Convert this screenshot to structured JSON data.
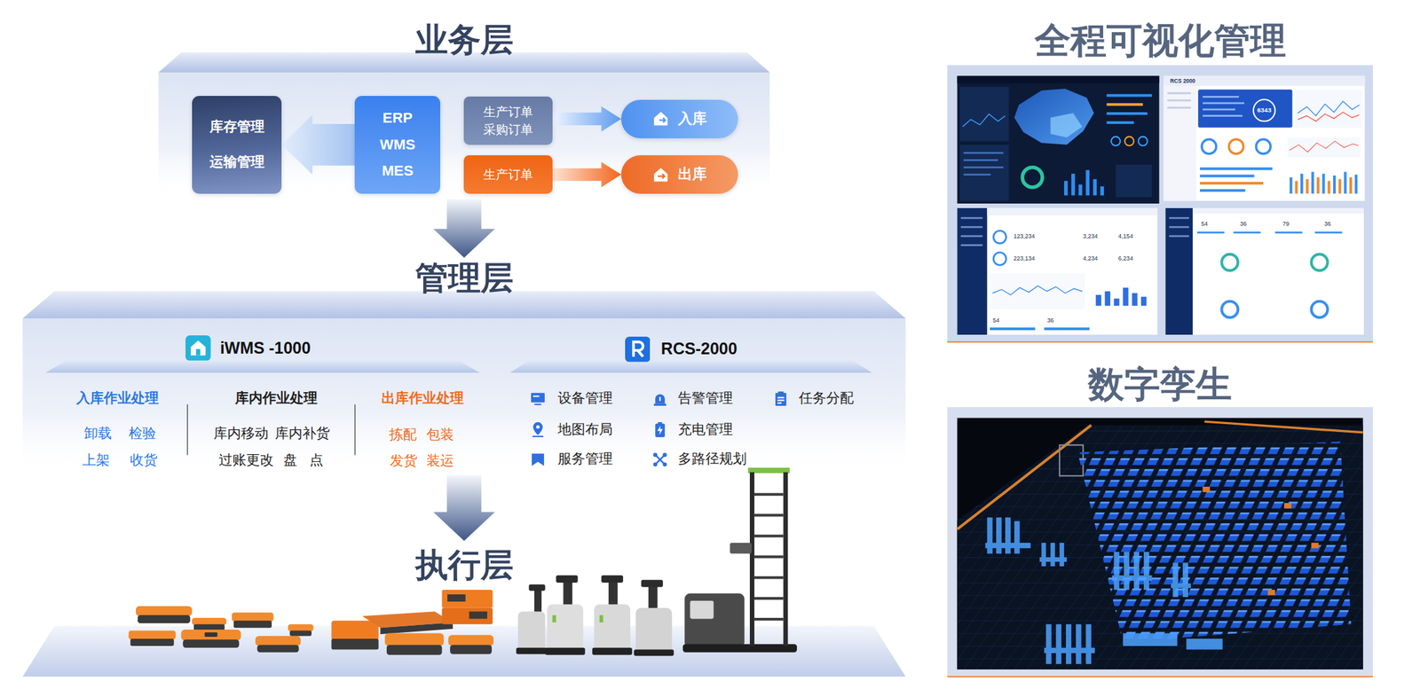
{
  "diagram": {
    "nodes": [
      {
        "text": [
          "业务层"
        ]
      },
      {
        "text": [
          "库存管理",
          "运输管理"
        ],
        "in": 0
      },
      {
        "text": [
          "ERP",
          "WMS",
          "MES"
        ],
        "in": 0
      },
      {
        "text": [
          "生产订单",
          "采购订单"
        ],
        "in": 0
      },
      {
        "text": [
          "入库"
        ],
        "in": 0
      },
      {
        "text": [
          "生产订单"
        ],
        "in": 0
      },
      {
        "text": [
          "出库"
        ],
        "in": 0
      },
      {
        "text": [
          "管理层"
        ]
      },
      {
        "text": [
          "iWMS -1000",
          "入库作业处理",
          "卸载",
          "检验",
          "上架",
          "收货",
          "库内作业处理",
          "库内移动",
          "库内补货",
          "过账更改",
          "盘 点",
          "出库作业处理",
          "拣配",
          "包装",
          "发货",
          "装运"
        ],
        "in": 7
      },
      {
        "text": [
          "RCS-2000",
          "设备管理",
          "告警管理",
          "任务分配",
          "地图布局",
          "充电管理",
          "服务管理",
          "多路径规划"
        ],
        "in": 7
      },
      {
        "text": [
          "执行层"
        ]
      },
      {
        "text": [
          "全程可视化管理"
        ]
      },
      {
        "text": [
          "数字孪生"
        ]
      }
    ],
    "edges": [
      {
        "from": 2,
        "to": 1,
        "arrow": "to"
      },
      {
        "from": 3,
        "to": 4,
        "arrow": "to"
      },
      {
        "from": 5,
        "to": 6,
        "arrow": "to"
      },
      {
        "from": 0,
        "to": 7,
        "arrow": "to"
      },
      {
        "from": 7,
        "to": 10,
        "arrow": "to"
      }
    ],
    "labels": [
      "RCS 2000",
      "6343",
      "123,234",
      "3,234",
      "4,154",
      "223,134",
      "4,234",
      "6,234",
      "54",
      "36",
      "54",
      "36",
      "79",
      "36"
    ]
  }
}
